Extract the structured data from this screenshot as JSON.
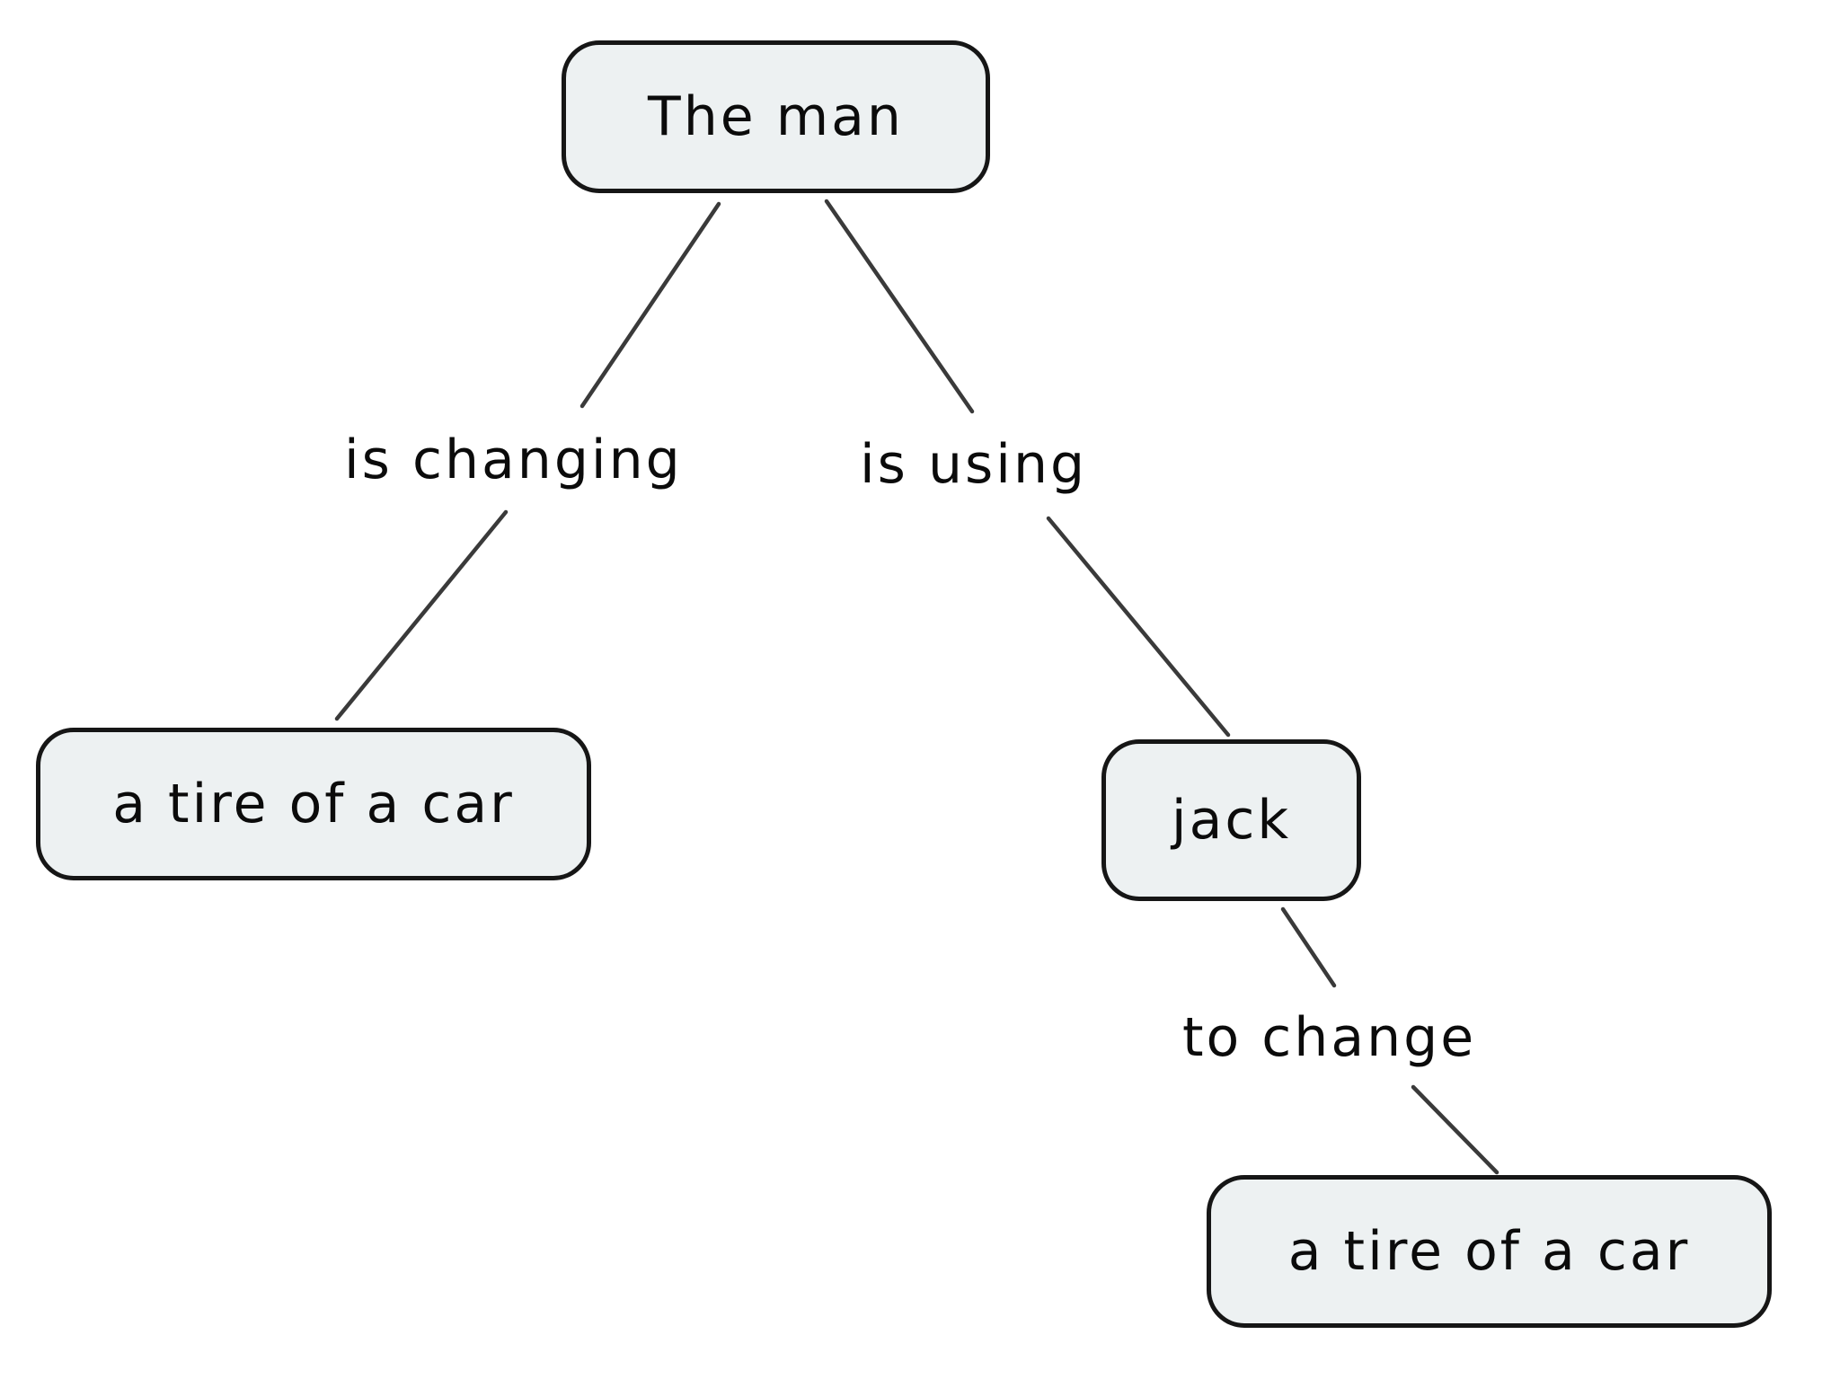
{
  "diagram": {
    "type": "concept-map",
    "background_color": "#ffffff",
    "node_fill_color": "#edf1f2",
    "node_border_color": "#161616",
    "edge_line_color": "#3a3a3a",
    "text_color": "#0b0b0b",
    "nodes": [
      {
        "id": "the-man",
        "label": "The man"
      },
      {
        "id": "tire-left",
        "label": "a tire of a car"
      },
      {
        "id": "jack",
        "label": "jack"
      },
      {
        "id": "tire-right",
        "label": "a tire of a car"
      }
    ],
    "edges": [
      {
        "from": "The man",
        "label": "is changing",
        "to": "a tire of a car"
      },
      {
        "from": "The man",
        "label": "is using",
        "to": "jack"
      },
      {
        "from": "jack",
        "label": "to change",
        "to": "a tire of a car"
      }
    ]
  }
}
